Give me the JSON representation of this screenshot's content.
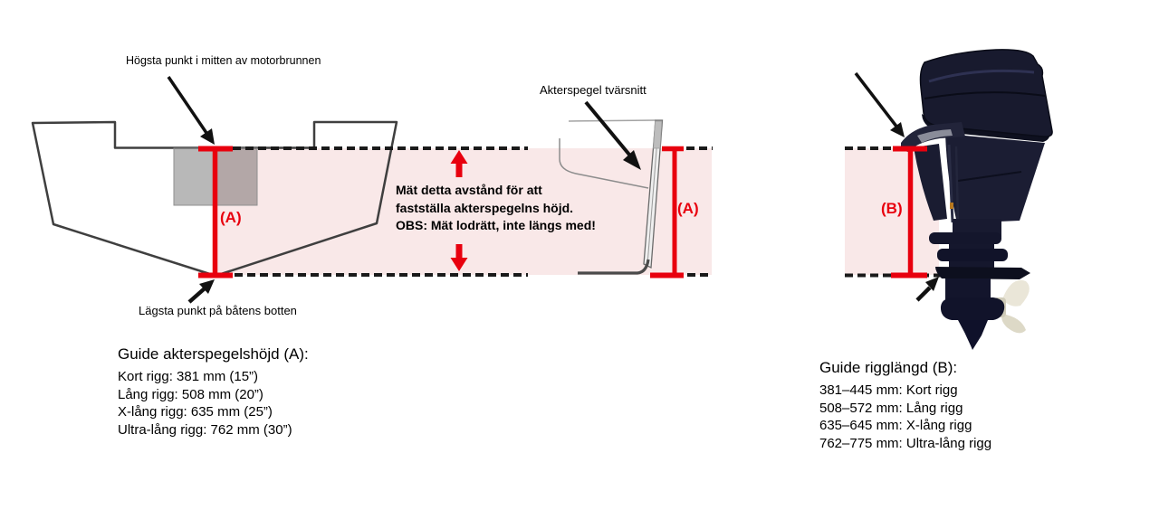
{
  "colors": {
    "accent_red": "#e8000e",
    "band_pink": "#f9e8e8",
    "outline_gray": "#3f3f3f",
    "motor_navy": "#181a2e",
    "propeller_cream": "#eae6d8"
  },
  "labels": {
    "hogsta": "Högsta punkt i mitten av motorbrunnen",
    "lagsta": "Lägsta punkt på båtens botten",
    "akterspegel": "Akterspegel tvärsnitt"
  },
  "note": {
    "line1": "Mät detta avstånd för att",
    "line2": "fastställa akterspegelns höjd.",
    "line3": "OBS: Mät lodrätt, inte längs med!"
  },
  "dims": {
    "a": "(A)",
    "b": "(B)"
  },
  "guide_a": {
    "title": "Guide akterspegelshöjd (A):",
    "items": [
      "Kort rigg: 381 mm (15”)",
      "Lång rigg: 508 mm (20”)",
      "X-lång rigg: 635 mm (25”)",
      "Ultra-lång rigg: 762 mm (30”)"
    ]
  },
  "guide_b": {
    "title": "Guide rigglängd (B):",
    "items": [
      "381–445 mm: Kort rigg",
      "508–572 mm: Lång rigg",
      "635–645 mm: X-lång rigg",
      "762–775 mm: Ultra-lång rigg"
    ]
  }
}
